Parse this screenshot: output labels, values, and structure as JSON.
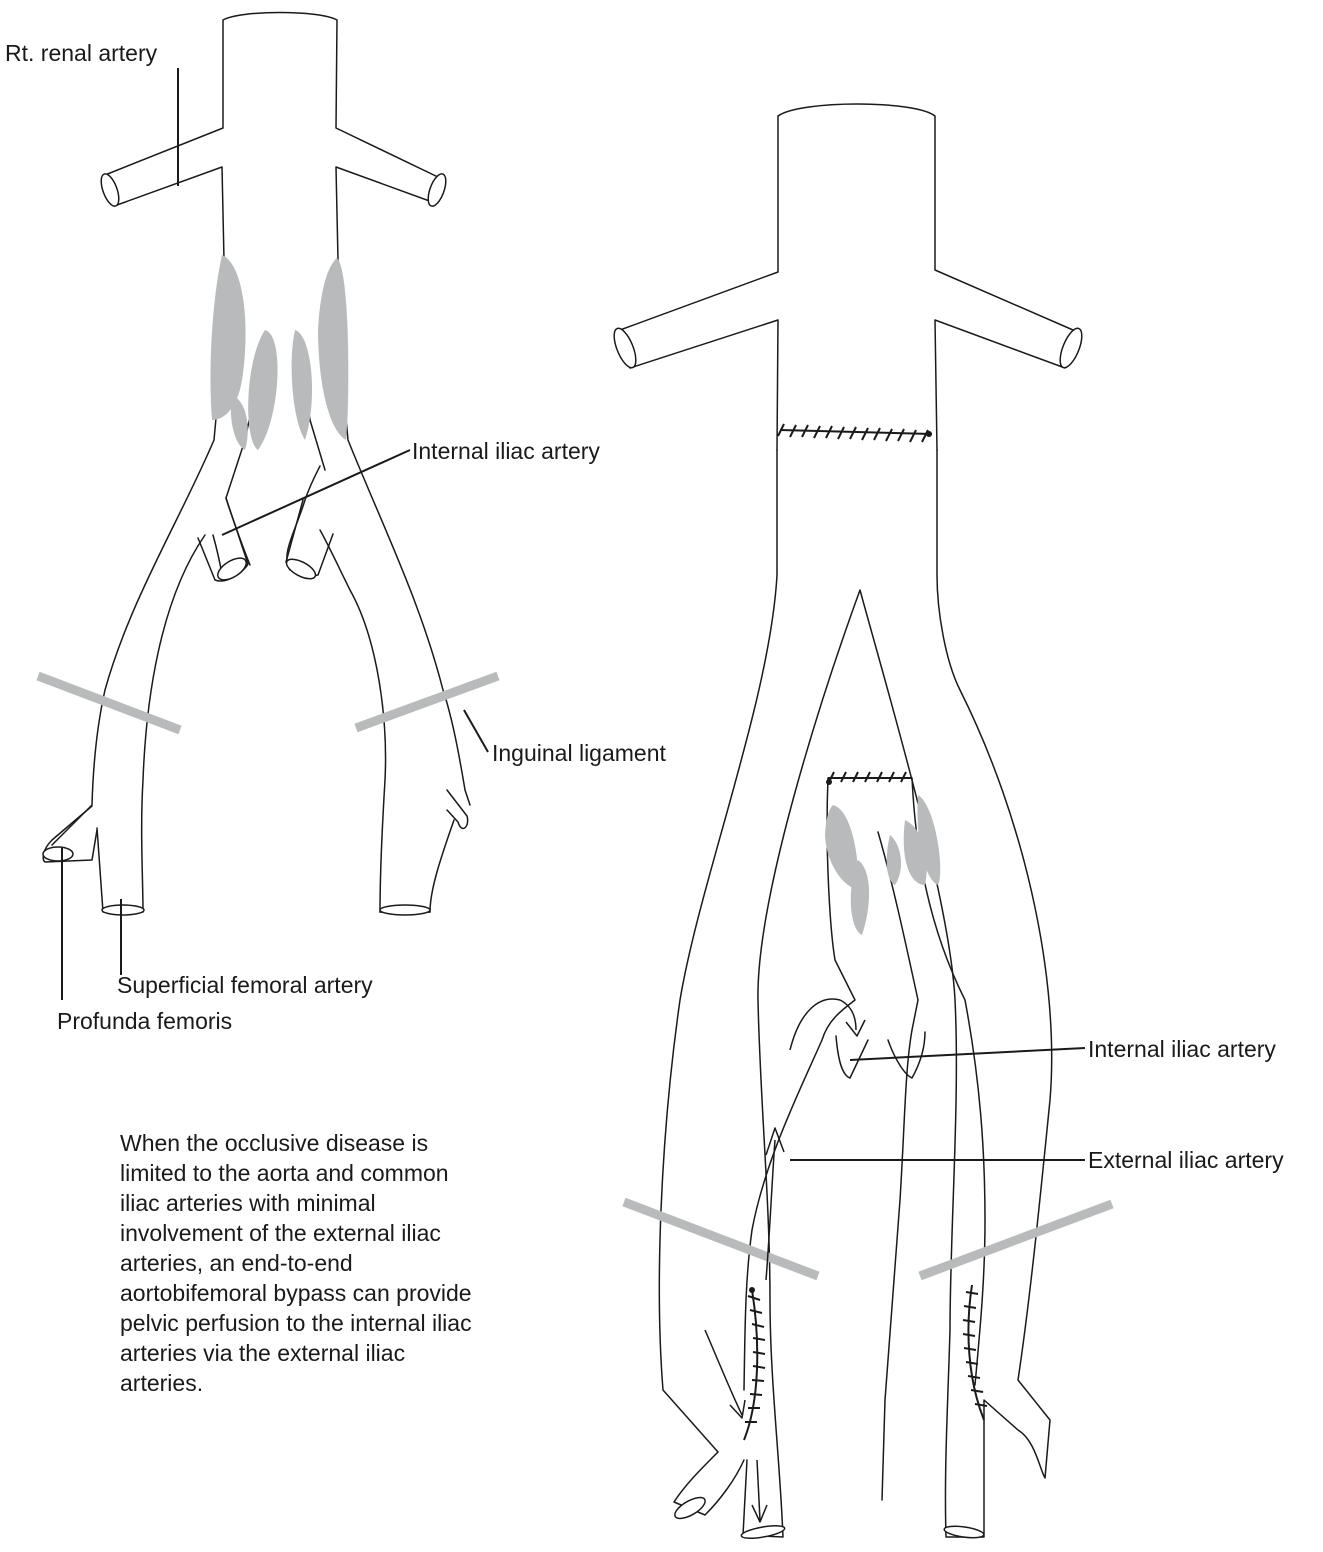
{
  "labels": {
    "rt_renal_artery": "Rt. renal artery",
    "internal_iliac_left": "Internal iliac artery",
    "inguinal_ligament": "Inguinal ligament",
    "superficial_femoral_artery": "Superficial femoral artery",
    "profunda_femoris": "Profunda femoris",
    "internal_iliac_right": "Internal iliac artery",
    "external_iliac_right": "External iliac artery"
  },
  "caption": "When the occlusive disease is limited to the aorta and common iliac arteries with minimal involvement of the external iliac arteries, an end-to-end aortobifemoral bypass can provide pelvic perfusion to the internal iliac arteries via the external iliac arteries.",
  "colors": {
    "line": "#1a1a1a",
    "plaque": "#b9babc",
    "ligament": "#b9babc",
    "background": "#ffffff"
  }
}
